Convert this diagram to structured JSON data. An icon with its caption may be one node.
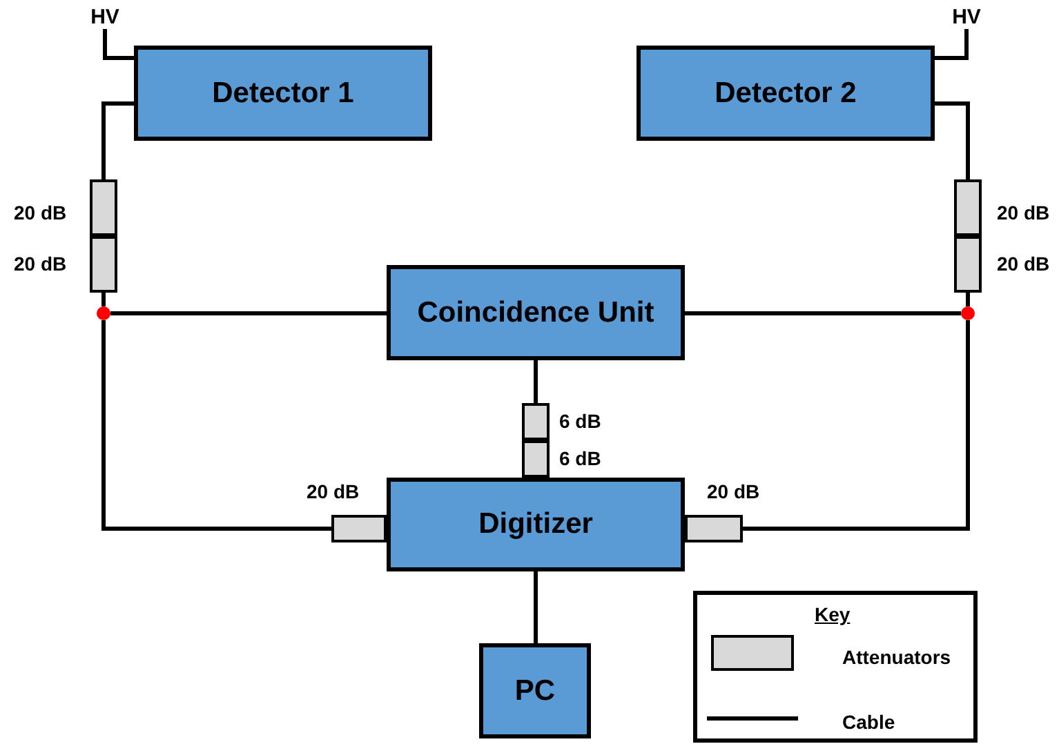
{
  "diagram": {
    "nodes": [
      {
        "text": [
          "HV"
        ]
      },
      {
        "text": [
          "HV"
        ]
      },
      {
        "text": [
          "Detector 1"
        ]
      },
      {
        "text": [
          "Detector 2"
        ]
      },
      {
        "text": [],
        "shape": "box",
        "beside": [
          "20 dB"
        ]
      },
      {
        "text": [],
        "shape": "box",
        "beside": [
          "20 dB"
        ]
      },
      {
        "text": [],
        "shape": "box",
        "beside": [
          "20 dB"
        ]
      },
      {
        "text": [],
        "shape": "box",
        "beside": [
          "20 dB"
        ]
      },
      {
        "text": [],
        "shape": "circle"
      },
      {
        "text": [
          "Coincidence Unit"
        ]
      },
      {
        "text": [],
        "shape": "circle"
      },
      {
        "text": [],
        "shape": "box",
        "beside": [
          "6 dB"
        ]
      },
      {
        "text": [],
        "shape": "box",
        "beside": [
          "6 dB"
        ]
      },
      {
        "text": [],
        "shape": "box",
        "beside": [
          "20 dB"
        ]
      },
      {
        "text": [
          "Digitizer"
        ]
      },
      {
        "text": [],
        "shape": "box",
        "beside": [
          "20 dB"
        ]
      },
      {
        "text": [
          "PC"
        ]
      }
    ],
    "edges": [
      {
        "from": 0,
        "to": 2,
        "arrow": "none"
      },
      {
        "from": 1,
        "to": 3,
        "arrow": "none"
      },
      {
        "from": 2,
        "to": 4,
        "arrow": "none"
      },
      {
        "from": 5,
        "to": 8,
        "arrow": "none"
      },
      {
        "from": 8,
        "to": 9,
        "arrow": "none"
      },
      {
        "from": 8,
        "to": 13,
        "arrow": "none"
      },
      {
        "from": 3,
        "to": 6,
        "arrow": "none"
      },
      {
        "from": 7,
        "to": 10,
        "arrow": "none"
      },
      {
        "from": 10,
        "to": 9,
        "arrow": "none"
      },
      {
        "from": 10,
        "to": 15,
        "arrow": "none"
      },
      {
        "from": 9,
        "to": 11,
        "arrow": "none"
      },
      {
        "from": 14,
        "to": 16,
        "arrow": "none"
      }
    ],
    "labels": [
      "Key"
    ],
    "legend": [
      {
        "text": "Attenuators"
      },
      {
        "text": "Cable"
      }
    ]
  }
}
